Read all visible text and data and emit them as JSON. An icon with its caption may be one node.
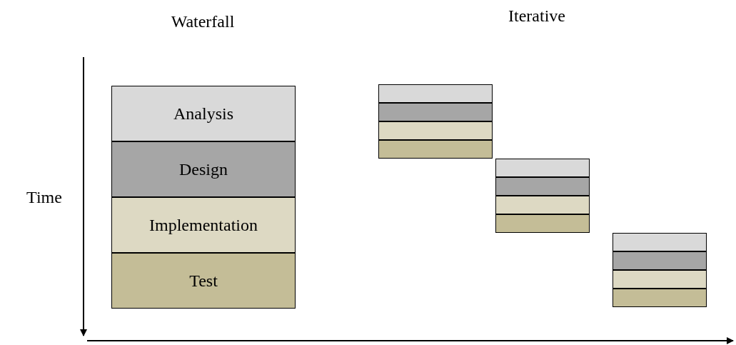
{
  "diagram": {
    "nodes": [
      {
        "text": [
          "Analysis"
        ]
      },
      {
        "text": [
          "Design"
        ]
      },
      {
        "text": [
          "Implementation"
        ]
      },
      {
        "text": [
          "Test"
        ]
      },
      {
        "text": [],
        "shape": "box"
      },
      {
        "text": [],
        "shape": "box"
      },
      {
        "text": [],
        "shape": "box"
      },
      {
        "text": [],
        "shape": "box"
      },
      {
        "text": [],
        "shape": "box"
      },
      {
        "text": [],
        "shape": "box"
      },
      {
        "text": [],
        "shape": "box"
      },
      {
        "text": [],
        "shape": "box"
      },
      {
        "text": [],
        "shape": "box"
      },
      {
        "text": [],
        "shape": "box"
      },
      {
        "text": [],
        "shape": "box"
      },
      {
        "text": [],
        "shape": "box"
      }
    ],
    "labels": [
      "Waterfall",
      "Iterative",
      "Time"
    ]
  }
}
